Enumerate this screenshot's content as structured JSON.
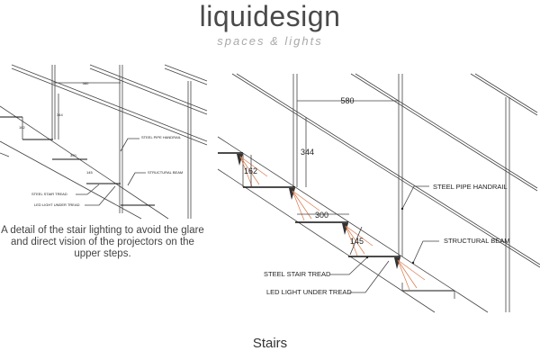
{
  "brand": {
    "name": "liquidesign",
    "tagline": "spaces & lights"
  },
  "small_detail": {
    "dimensions": {
      "post_spacing": "580",
      "riser_height": "344",
      "light_offset": "162",
      "tread_depth": "300",
      "step_height": "145"
    },
    "labels": {
      "handrail": "STEEL PIPE HANDRAIL",
      "beam": "STRUCTURAL BEAM",
      "tread": "STEEL STAIR TREAD",
      "led": "LED LIGHT UNDER TREAD"
    }
  },
  "large_detail": {
    "dimensions": {
      "post_spacing": "580",
      "riser_height": "344",
      "light_offset": "162",
      "tread_depth": "300",
      "step_height": "145"
    },
    "labels": {
      "handrail": "STEEL PIPE HANDRAIL",
      "beam": "STRUCTURAL BEAM",
      "tread": "STEEL STAIR TREAD",
      "led": "LED LIGHT UNDER TREAD"
    }
  },
  "caption": {
    "line1": "A detail of the stair lighting to avoid the glare",
    "line2": "and direct vision of the projectors on the",
    "line3": "upper steps."
  },
  "page_title": "Stairs",
  "colors": {
    "light_rays": "#d9784a",
    "lines": "#444444"
  }
}
